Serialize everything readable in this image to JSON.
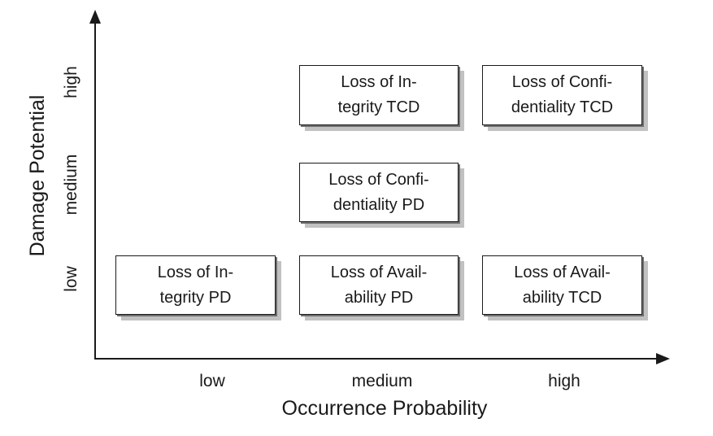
{
  "colors": {
    "background": "#ffffff",
    "text": "#1a1a1a",
    "axis": "#1a1a1a",
    "box_fill": "#ffffff",
    "box_border": "#1a1a1a",
    "shadow_inner": "#6e6e6e",
    "shadow_outer": "#c1c1c1"
  },
  "chart_data": {
    "type": "scatter",
    "title": "",
    "xlabel": "Occurrence Probability",
    "ylabel": "Damage Potential",
    "x_ticks": [
      "low",
      "medium",
      "high"
    ],
    "y_ticks": [
      "low",
      "medium",
      "high"
    ],
    "grid": false,
    "legend": false,
    "points": [
      {
        "label": "Loss of Integrity TCD",
        "x": "medium",
        "y": "high"
      },
      {
        "label": "Loss of Confidentiality TCD",
        "x": "high",
        "y": "high"
      },
      {
        "label": "Loss of Confidentiality PD",
        "x": "medium",
        "y": "medium"
      },
      {
        "label": "Loss of Integrity PD",
        "x": "low",
        "y": "low"
      },
      {
        "label": "Loss of Availability PD",
        "x": "medium",
        "y": "low"
      },
      {
        "label": "Loss of Availability TCD",
        "x": "high",
        "y": "low"
      }
    ]
  },
  "nodes": [
    {
      "line1": "Loss of In-",
      "line2": "tegrity TCD"
    },
    {
      "line1": "Loss of Confi-",
      "line2": "dentiality TCD"
    },
    {
      "line1": "Loss of Confi-",
      "line2": "dentiality PD"
    },
    {
      "line1": "Loss of In-",
      "line2": "tegrity PD"
    },
    {
      "line1": "Loss of Avail-",
      "line2": "ability PD"
    },
    {
      "line1": "Loss of Avail-",
      "line2": "ability TCD"
    }
  ]
}
